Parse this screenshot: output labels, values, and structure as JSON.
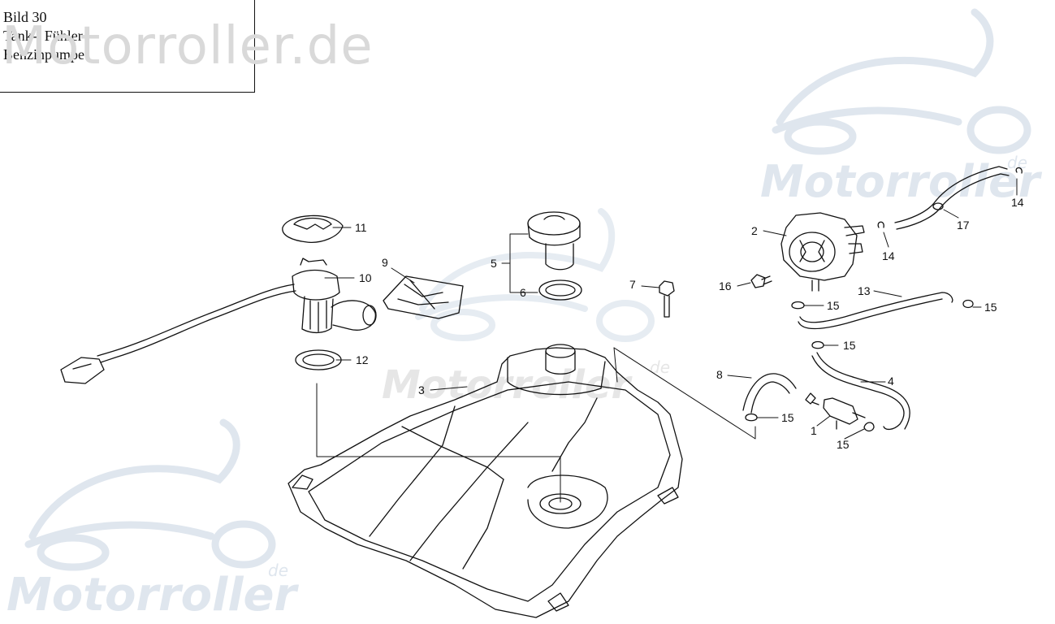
{
  "caption": {
    "lines": [
      "Bild 30",
      "Tank-, Fühler",
      "Benzinpumpe"
    ]
  },
  "watermarks": {
    "top": "Motorroller.de",
    "brand": "Motorroller",
    "suffix": "de"
  },
  "callouts": [
    "11",
    "10",
    "9",
    "5",
    "6",
    "12",
    "3",
    "7",
    "2",
    "14",
    "17",
    "14",
    "16",
    "13",
    "15",
    "15",
    "15",
    "8",
    "4",
    "15",
    "1",
    "15"
  ],
  "colors": {
    "line": "#111111",
    "watermark": "#dfe6ee"
  }
}
